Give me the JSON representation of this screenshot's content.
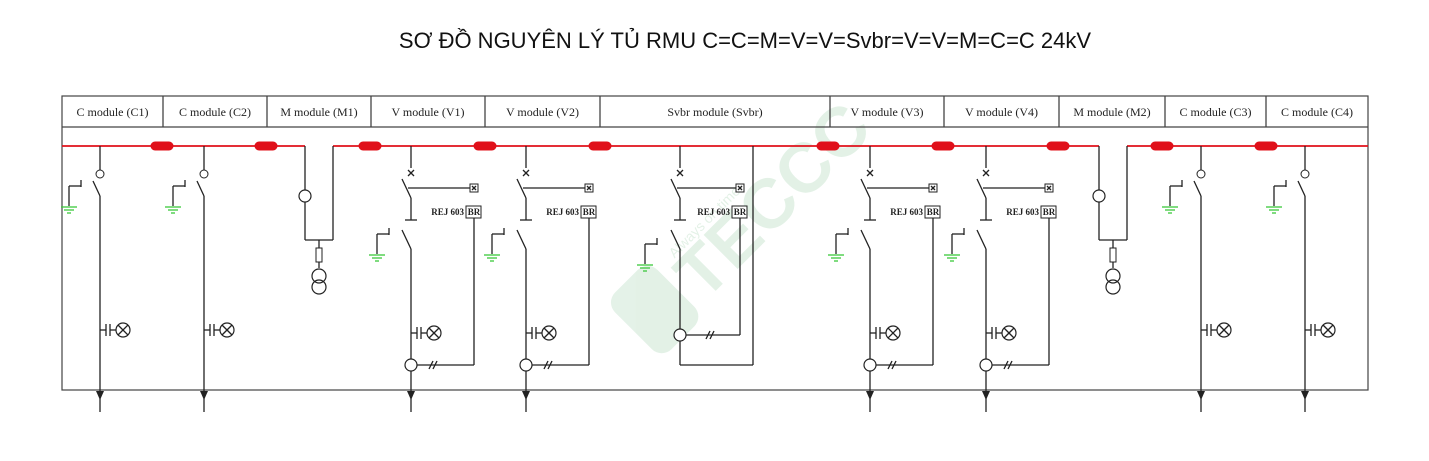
{
  "title": "SƠ ĐỒ NGUYÊN LÝ TỦ RMU C=C=M=V=V=Svbr=V=V=M=C=C 24kV",
  "modules": [
    {
      "label": "C module (C1)",
      "type": "C"
    },
    {
      "label": "C module (C2)",
      "type": "C"
    },
    {
      "label": "M module (M1)",
      "type": "M"
    },
    {
      "label": "V module (V1)",
      "type": "V"
    },
    {
      "label": "V module (V2)",
      "type": "V"
    },
    {
      "label": "Svbr module (Svbr)",
      "type": "Svbr"
    },
    {
      "label": "V module (V3)",
      "type": "V"
    },
    {
      "label": "V module (V4)",
      "type": "V"
    },
    {
      "label": "M module (M2)",
      "type": "M"
    },
    {
      "label": "C module (C3)",
      "type": "C"
    },
    {
      "label": "C module (C4)",
      "type": "C"
    }
  ],
  "relay": {
    "model": "REJ 603",
    "tag": "BR"
  },
  "watermark": {
    "brand": "TECCC",
    "slogan": "Always on time"
  },
  "colors": {
    "busbar": "#e0101a",
    "earth": "#3cc83c",
    "line": "#222222"
  }
}
